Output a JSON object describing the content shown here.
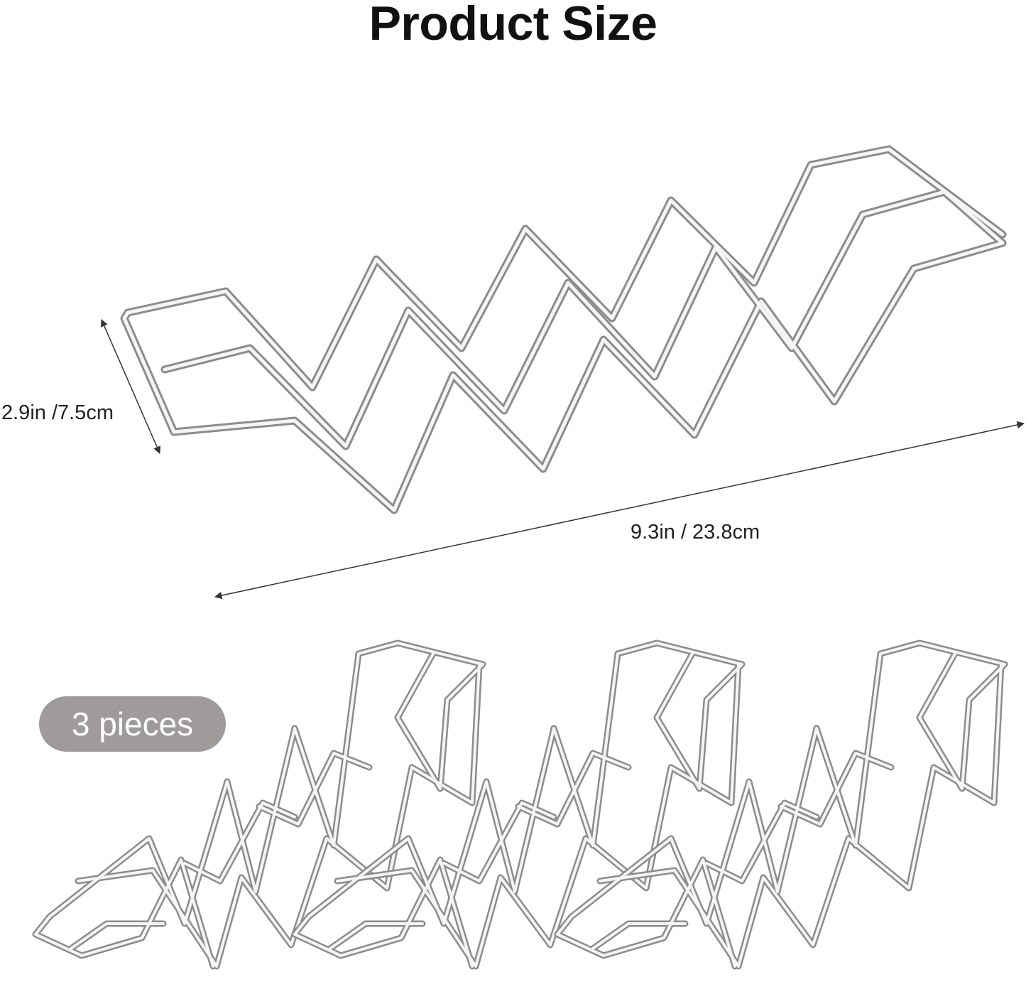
{
  "title": "Product Size",
  "dimensions": {
    "height_label": "2.9in /7.5cm",
    "length_label": "9.3in / 23.8cm"
  },
  "badge": "3 pieces",
  "colors": {
    "wire_outer": "#8a8a8a",
    "wire_inner": "#f4f4f4",
    "badge_background": "#9e9b9a",
    "dimension_line": "#333333"
  }
}
